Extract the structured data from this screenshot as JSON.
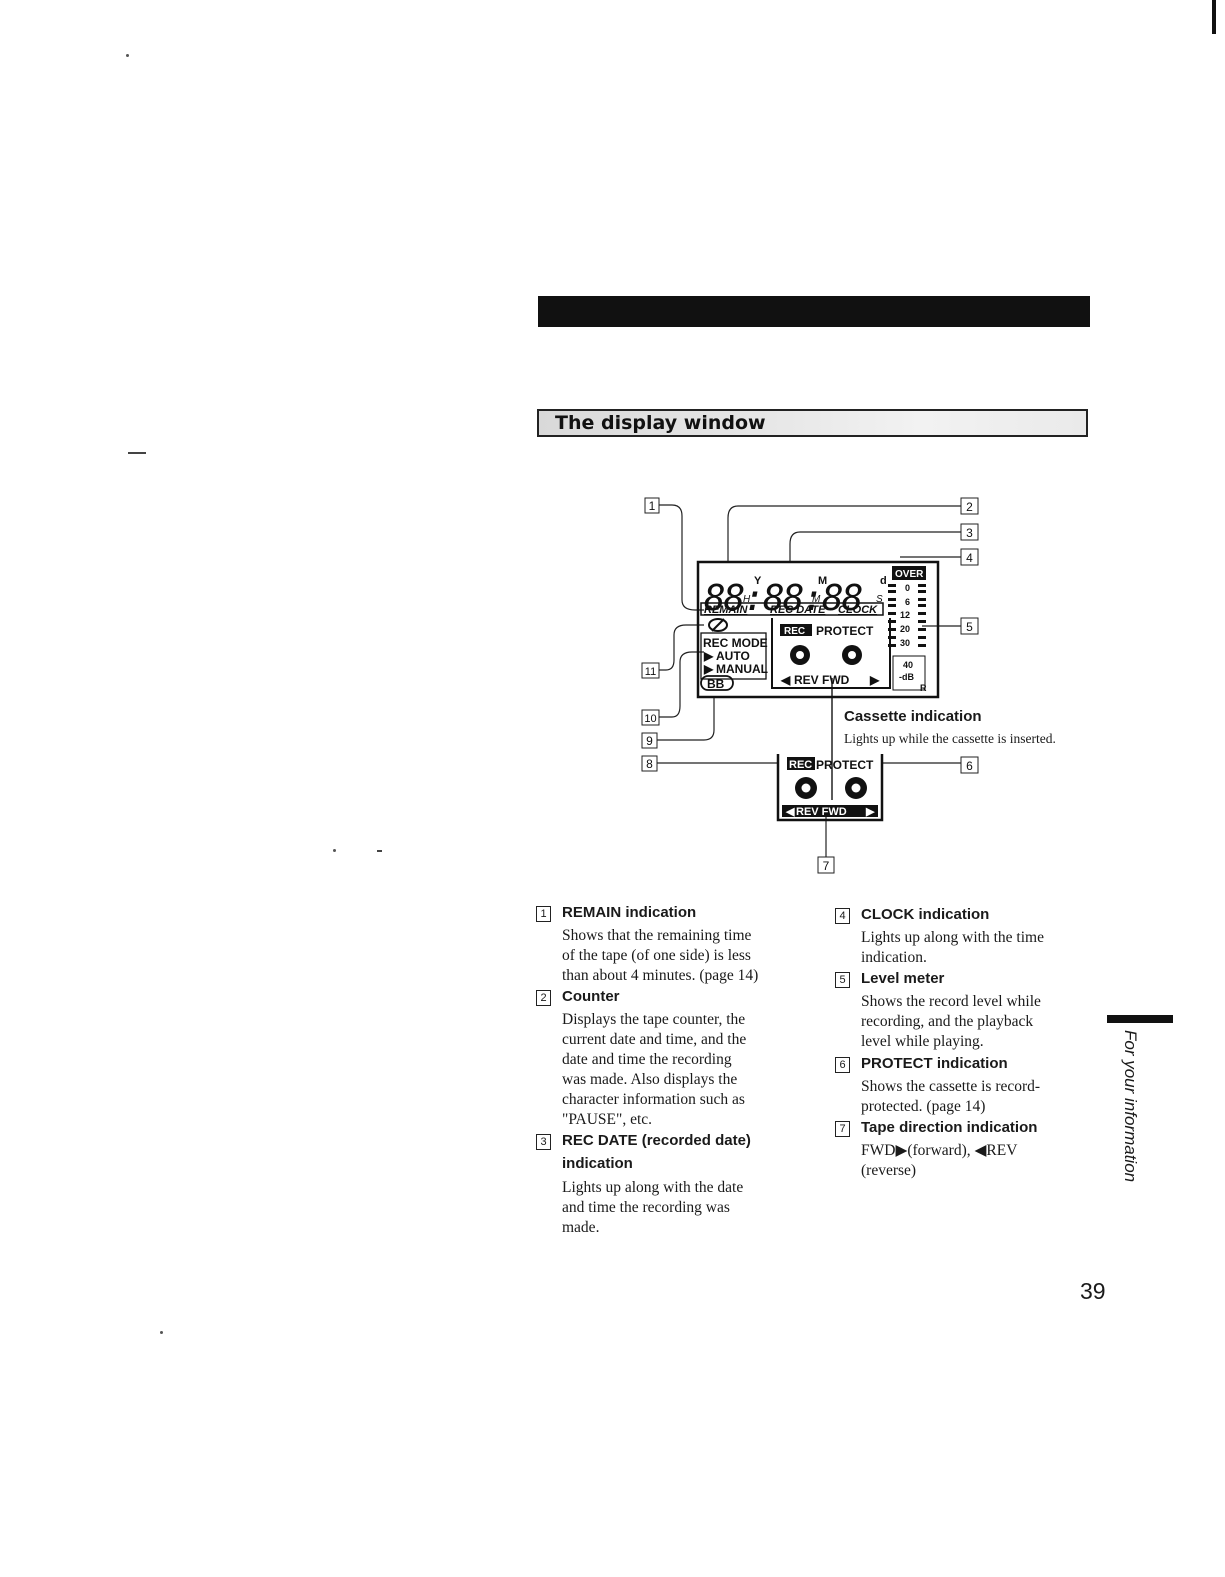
{
  "header": {
    "section_title": "The display window"
  },
  "diagram": {
    "callouts": [
      "1",
      "2",
      "3",
      "4",
      "5",
      "11",
      "10",
      "9",
      "8",
      "6",
      "7"
    ],
    "lcd": {
      "digits": "88:88:88",
      "unit_y": "Y",
      "unit_h": "H",
      "unit_m1": "M",
      "unit_m2": "M",
      "unit_d": "d",
      "unit_s": "S",
      "remain": "REMAIN",
      "rec_date": "REC DATE",
      "clock": "CLOCK",
      "rec_mode": "REC MODE",
      "auto": "AUTO",
      "manual": "MANUAL",
      "bb": "BB",
      "rec": "REC",
      "protect": "PROTECT",
      "rev_fwd": "REV FWD",
      "over": "OVER",
      "meter_scale": [
        "0",
        "6",
        "12",
        "20",
        "30",
        "40",
        "-dB"
      ],
      "r": "R"
    },
    "cassette_caption_title": "Cassette indication",
    "cassette_caption_text": "Lights up while the cassette is inserted.",
    "cassette_detail": {
      "rec": "REC",
      "protect": "PROTECT",
      "rev_fwd": "REV FWD"
    }
  },
  "items_left": [
    {
      "num": "1",
      "title": "REMAIN indication",
      "body": "Shows that the remaining time\nof the tape (of one side) is less\nthan about 4 minutes. (page 14)"
    },
    {
      "num": "2",
      "title": "Counter",
      "body": "Displays the tape counter, the\ncurrent date and time, and the\ndate and time the recording\nwas made.  Also displays the\ncharacter information such as\n\"PAUSE\", etc."
    },
    {
      "num": "3",
      "title": "REC DATE (recorded date)",
      "title2": "indication",
      "body": "Lights up along with the date\nand time the recording was\nmade."
    }
  ],
  "items_right": [
    {
      "num": "4",
      "title": "CLOCK indication",
      "body": "Lights up along with the time\nindication."
    },
    {
      "num": "5",
      "title": "Level meter",
      "body": "Shows the record level while\nrecording, and the playback\nlevel while playing."
    },
    {
      "num": "6",
      "title": "PROTECT indication",
      "body": "Shows the cassette is record-\nprotected. (page 14)"
    },
    {
      "num": "7",
      "title": "Tape direction indication",
      "body": "FWD▶(forward), ◀REV\n(reverse)"
    }
  ],
  "sidebar": {
    "label": "For your information"
  },
  "page_number": "39"
}
